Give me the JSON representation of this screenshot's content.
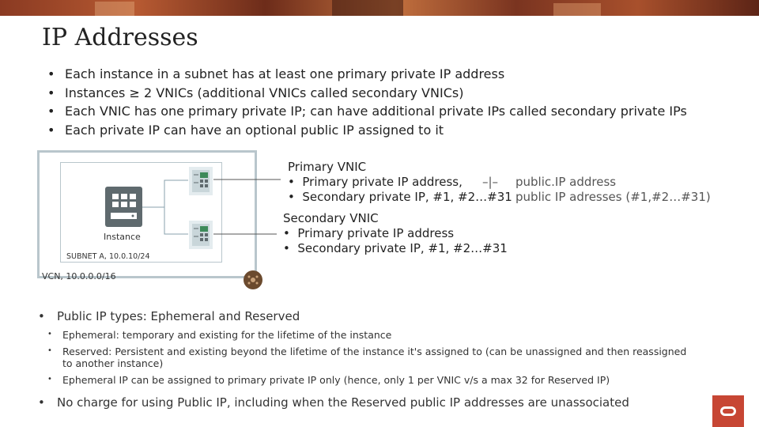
{
  "slide": {
    "title": "IP Addresses",
    "bullets": [
      "Each instance in a subnet has at least one primary private IP address",
      "Instances ≥ 2 VNICs (additional VNICs called secondary VNICs)",
      "Each VNIC has one primary private IP; can have additional private IPs called secondary private IPs",
      "Each private IP can have an optional public IP assigned to it"
    ]
  },
  "diagram": {
    "instance_label": "Instance",
    "subnet_label": "SUBNET A, 10.0.10/24",
    "vcn_label": "VCN, 10.0.0.0/16",
    "primary_vnic": {
      "heading": "Primary VNIC",
      "items": [
        "Primary private IP address,",
        "Secondary private IP, #1, #2…#31"
      ],
      "arrow": "–|–",
      "public": [
        "public.IP address",
        "public IP adresses (#1,#2…#31)"
      ]
    },
    "secondary_vnic": {
      "heading": "Secondary VNIC",
      "items": [
        "Primary private IP address",
        "Secondary private IP, #1, #2…#31"
      ]
    }
  },
  "bottom": {
    "types_heading": "Public IP types: Ephemeral and Reserved",
    "types": [
      "Ephemeral: temporary and existing for the lifetime of the instance",
      "Reserved: Persistent and existing beyond the lifetime of the instance it's assigned to (can be unassigned and then reassigned to another instance)",
      "Ephemeral IP can be assigned to primary private IP only (hence, only 1 per VNIC v/s a max 32 for Reserved IP)"
    ],
    "note": "No charge for using Public IP, including when the Reserved public IP addresses are unassociated"
  },
  "colors": {
    "logo": "#c74634",
    "banner": "#8a3a22",
    "border": "#b9c6cc",
    "icon": "#5f6a6e"
  },
  "icons": [
    "instance-icon",
    "vnic-icon",
    "service-gateway-icon",
    "oracle-logo-icon"
  ]
}
